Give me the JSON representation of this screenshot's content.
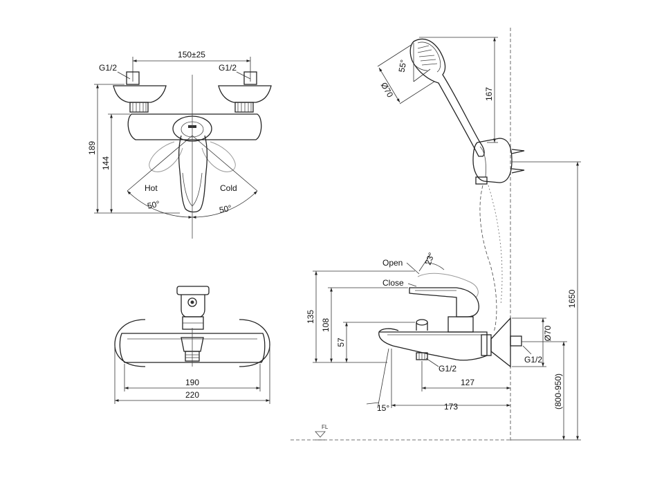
{
  "top_view": {
    "dim_spacing": "150±25",
    "inlet_left": "G1/2",
    "inlet_right": "G1/2",
    "height_outer": "189",
    "height_inner": "144",
    "hot_label": "Hot",
    "cold_label": "Cold",
    "angle_left": "50°",
    "angle_right": "50°"
  },
  "front_view": {
    "width_inner": "190",
    "width_outer": "220"
  },
  "shower_head": {
    "spray_angle": "55°",
    "diameter": "Ø70",
    "height": "167"
  },
  "side_view": {
    "open_label": "Open",
    "close_label": "Close",
    "lever_angle": "23°",
    "height_135": "135",
    "height_108": "108",
    "height_57": "57",
    "inlet": "G1/2",
    "spout_127": "127",
    "spout_173": "173",
    "spout_angle": "15°",
    "flange_diameter": "Ø70",
    "inlet_right": "G1/2",
    "install_range": "(800-950)",
    "total_height": "1650",
    "floor_label": "FL"
  }
}
